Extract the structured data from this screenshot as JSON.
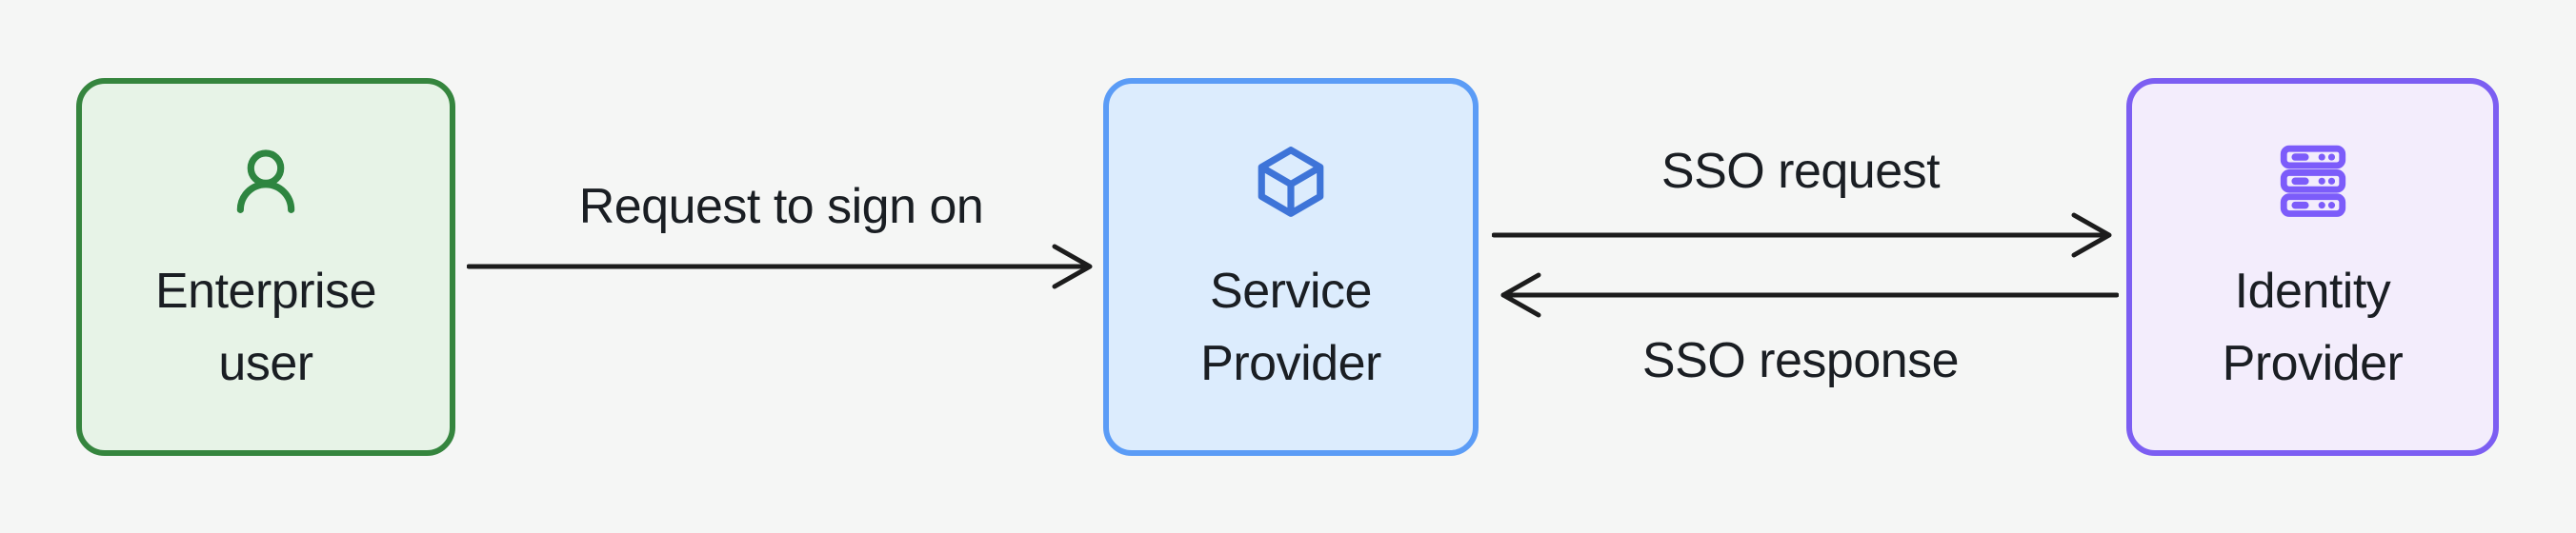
{
  "diagram_type": "sso-flow",
  "nodes": [
    {
      "id": "enterprise-user",
      "line1": "Enterprise",
      "line2": "user",
      "icon": "user-icon",
      "border_color": "#35853e",
      "fill_color": "#e7f3e7",
      "icon_color": "#2e8540"
    },
    {
      "id": "service-provider",
      "line1": "Service",
      "line2": "Provider",
      "icon": "cube-icon",
      "border_color": "#5b9cf6",
      "fill_color": "#dcecfd",
      "icon_color": "#3e74d8"
    },
    {
      "id": "identity-provider",
      "line1": "Identity",
      "line2": "Provider",
      "icon": "server-icon",
      "border_color": "#7c5ef2",
      "fill_color": "#f3edfc",
      "icon_color": "#7c5cfa"
    }
  ],
  "edges": [
    {
      "from": "enterprise-user",
      "to": "service-provider",
      "label": "Request to sign on",
      "direction": "right"
    },
    {
      "from": "service-provider",
      "to": "identity-provider",
      "label": "SSO request",
      "direction": "right"
    },
    {
      "from": "identity-provider",
      "to": "service-provider",
      "label": "SSO response",
      "direction": "left"
    }
  ],
  "colors": {
    "background": "#f5f6f5",
    "arrow": "#1c1c1c",
    "text": "#1a1e23"
  }
}
